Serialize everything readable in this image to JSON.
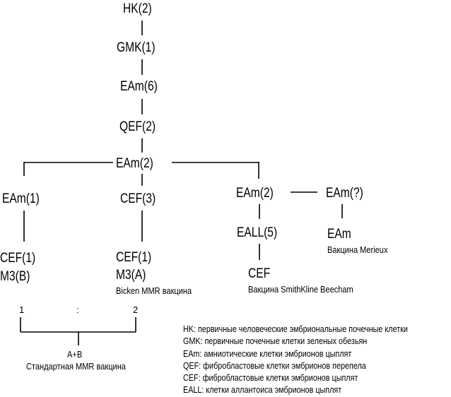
{
  "nodes": {
    "hk": "HK(2)",
    "gmk": "GMK(1)",
    "eam6": "EAm(6)",
    "qef": "QEF(2)",
    "eam2_center": "EAm(2)",
    "eam1": "EAm(1)",
    "cef1_left": "CEF(1)",
    "m3b": "M3(B)",
    "cef3": "CEF(3)",
    "cef1_mid": "CEF(1)",
    "m3a": "M3(A)",
    "eam2_right": "EAm(2)",
    "eall5": "EALL(5)",
    "cef_right": "CEF",
    "eam_q": "EAm(?)",
    "eam_end": "EAm"
  },
  "captions": {
    "bicken": "Bicken MMR вакцина",
    "smithkline": "Вакцина SmithKline Beecham",
    "merieux": "Вакцина Merieux",
    "ratio_1": "1",
    "ratio_colon": ":",
    "ratio_2": "2",
    "ab": "A+B",
    "standard": "Стандартная MMR вакцина"
  },
  "legend": [
    "HK: первичные человеческие эмбриональные почечные клетки",
    "GMK: первичные почечные клетки зеленых обезьян",
    "EAm: амниотические клетки эмбрионов цыплят",
    "QEF: фибробластовые клетки эмбрионов перепела",
    "CEF: фибробластовые клетки эмбрионов цыплят",
    "EALL: клетки аллантоиса эмбрионов цыплят"
  ]
}
